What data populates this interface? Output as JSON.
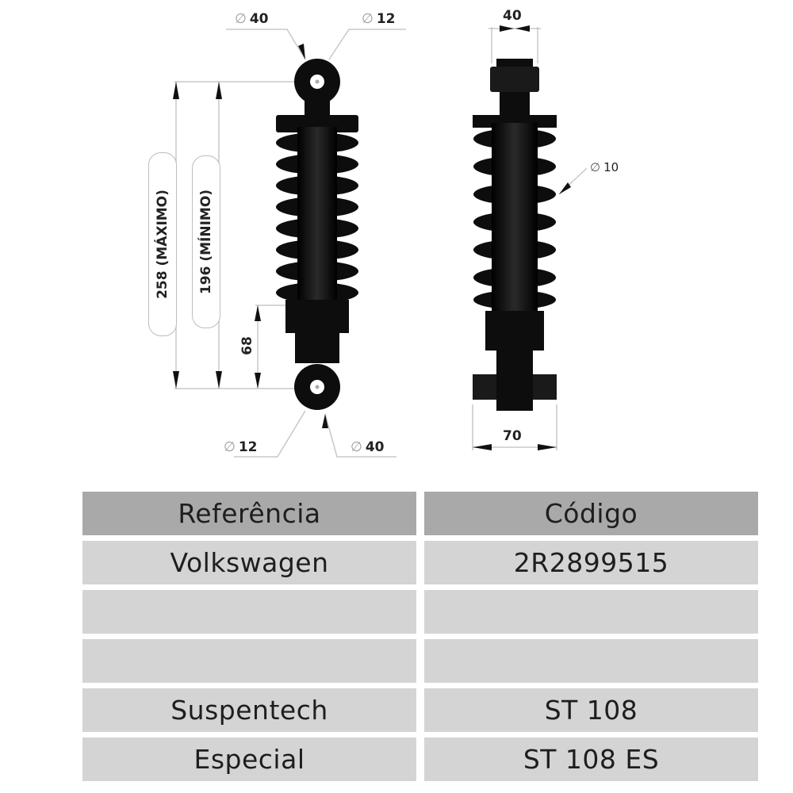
{
  "drawing": {
    "front_view": {
      "top_eye": {
        "outer_diameter": "40",
        "inner_diameter": "12",
        "phi_symbol": "∅"
      },
      "bottom_eye": {
        "outer_diameter": "40",
        "inner_diameter": "12",
        "phi_symbol": "∅"
      },
      "length_max": "258 (MÁXIMO)",
      "length_min": "196 (MÍNIMO)",
      "lower_body_height": "68"
    },
    "side_view": {
      "top_width": "40",
      "spring_wire_diameter": "10",
      "bottom_width": "70",
      "phi_symbol": "∅"
    }
  },
  "table": {
    "headers": {
      "reference": "Referência",
      "code": "Código"
    },
    "rows": [
      {
        "reference": "Volkswagen",
        "code": "2R2899515"
      },
      {
        "reference": "",
        "code": ""
      },
      {
        "reference": "",
        "code": ""
      },
      {
        "reference": "Suspentech",
        "code": "ST 108"
      },
      {
        "reference": "Especial",
        "code": "ST 108 ES"
      }
    ]
  },
  "colors": {
    "header_bg": "#a9a9a9",
    "row_bg": "#d4d4d4",
    "part_black": "#0d0d0d",
    "dim_line": "#bdbdbd"
  }
}
